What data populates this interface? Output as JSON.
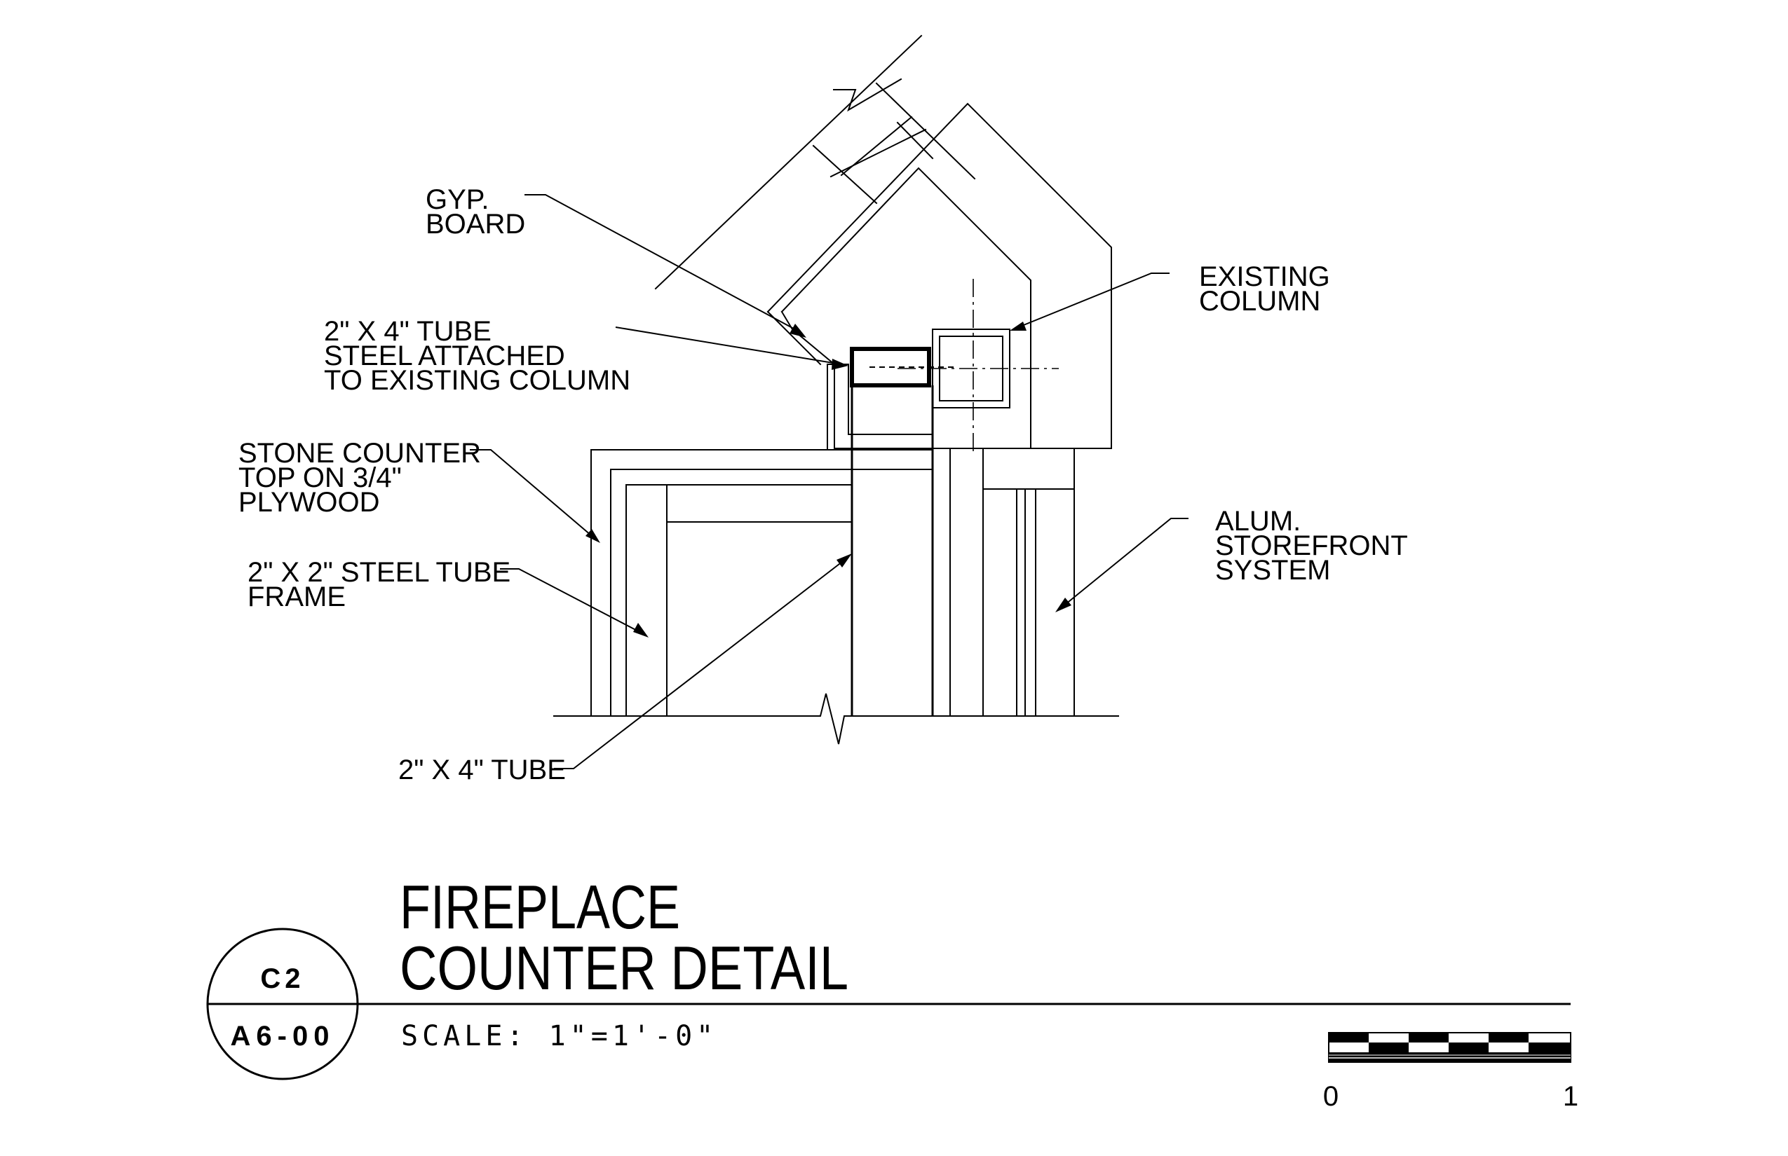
{
  "detail": {
    "title_line1": "FIREPLACE",
    "title_line2": "COUNTER DETAIL",
    "scale": "SCALE: 1\"=1'-0\"",
    "tag_detail": "C2",
    "tag_sheet": "A6-00"
  },
  "notes": {
    "gyp_board": [
      "GYP.",
      "BOARD"
    ],
    "tube_steel": [
      "2\" X 4\" TUBE",
      "STEEL ATTACHED",
      "TO EXISTING COLUMN"
    ],
    "stone_counter": [
      "STONE COUNTER",
      "TOP ON 3/4\"",
      "PLYWOOD"
    ],
    "steel_frame": [
      "2\" X 2\" STEEL TUBE",
      "FRAME"
    ],
    "tube": [
      "2\" X 4\" TUBE"
    ],
    "existing_column": [
      "EXISTING",
      "COLUMN"
    ],
    "storefront": [
      "ALUM.",
      "STOREFRONT",
      "SYSTEM"
    ]
  },
  "scale_bar": {
    "start_label": "0",
    "end_label": "1"
  }
}
